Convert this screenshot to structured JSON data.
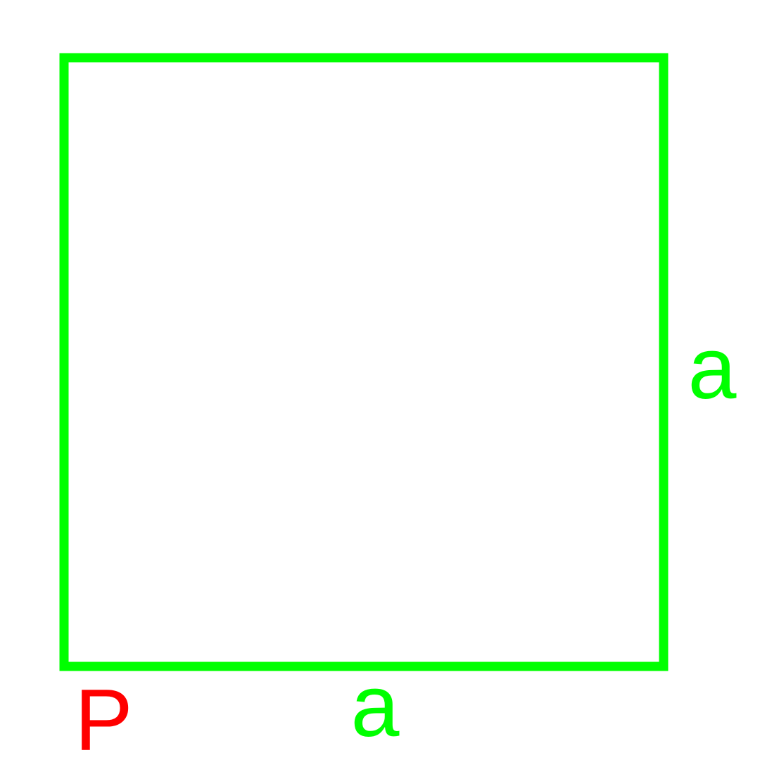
{
  "diagram": {
    "shape": "square",
    "colors": {
      "square_stroke": "#00ff00",
      "side_label": "#00ff00",
      "point_label": "#ff0000",
      "background": "#ffffff"
    },
    "labels": {
      "point": "P",
      "bottom_side": "a",
      "right_side": "a"
    }
  }
}
